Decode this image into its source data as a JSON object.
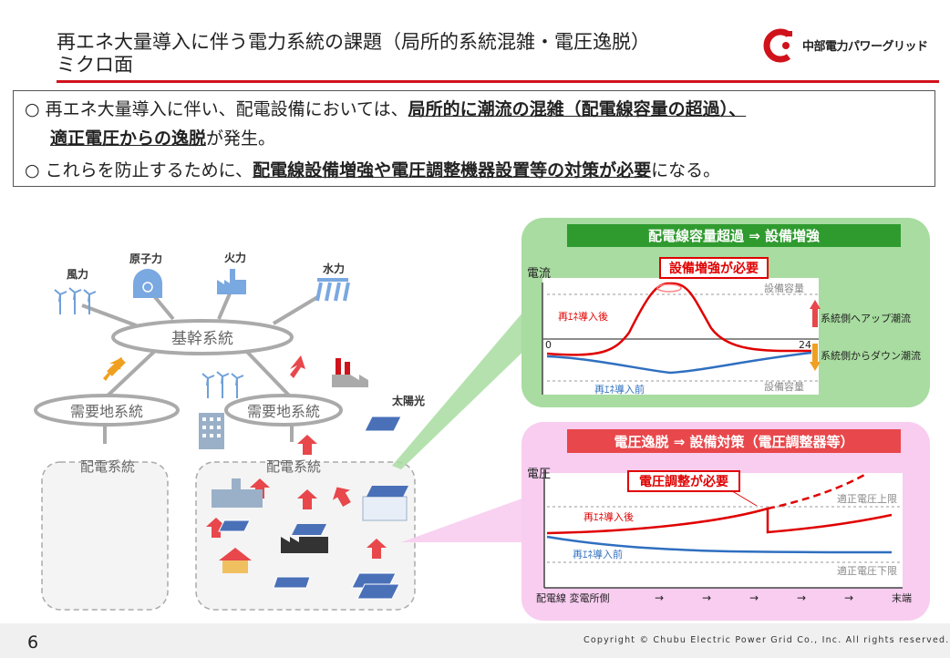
{
  "header": {
    "title_line1": "再エネ大量導入に伴う電力系統の課題（局所的系統混雑・電圧逸脱）",
    "title_line2": "ミクロ面",
    "logo_text": "中部電力パワーグリッド"
  },
  "bullets": {
    "b1_pre": "○ 再エネ大量導入に伴い、配電設備においては、",
    "b1_bold": "局所的に潮流の混雑（配電線容量の超過）、",
    "b1_bold2": "適正電圧からの逸脱",
    "b1_post": "が発生。",
    "b2_pre": "○ これらを防止するために、",
    "b2_bold": "配電線設備増強や電圧調整機器設置等の対策が必要",
    "b2_post": "になる。"
  },
  "network": {
    "wind": "風力",
    "nuclear": "原子力",
    "thermal": "火力",
    "hydro": "水力",
    "trunk": "基幹系統",
    "demand_left": "需要地系統",
    "demand_right": "需要地系統",
    "dist_left": "配電系統",
    "dist_right": "配電系統",
    "solar": "太陽光"
  },
  "panel_capacity": {
    "header": "配電線容量超過 ⇒ 設備増強",
    "callout": "設備増強が必要",
    "y_label": "電流",
    "cap_top": "設備容量",
    "cap_bottom": "設備容量",
    "after": "再ｴﾈ導入後",
    "before": "再ｴﾈ導入前",
    "x_start": "0",
    "x_end": "24",
    "up_flow": "系統側へアップ潮流",
    "down_flow": "系統側からダウン潮流"
  },
  "panel_voltage": {
    "header": "電圧逸脱 ⇒ 設備対策（電圧調整器等）",
    "callout": "電圧調整が必要",
    "y_label": "電圧",
    "upper": "適正電圧上限",
    "lower": "適正電圧下限",
    "after": "再ｴﾈ導入後",
    "before": "再ｴﾈ導入前",
    "x_start": "配電線 変電所側",
    "arrow": "→",
    "x_end": "末端"
  },
  "footer": {
    "page": "6",
    "copyright": "Copyright © Chubu Electric Power Grid Co., Inc. All rights reserved."
  },
  "colors": {
    "brand_red": "#d0121b",
    "green_panel": "#a8dca0",
    "green_header": "#2f9b2f",
    "pink_panel": "#f8cdf0",
    "red_header": "#e8474b",
    "arrow_red": "#e8474b",
    "arrow_orange": "#f0a020",
    "curve_blue": "#2f6fc0"
  }
}
